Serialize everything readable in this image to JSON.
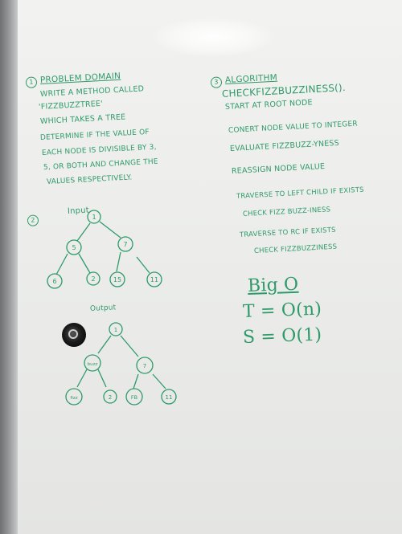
{
  "problem_domain": {
    "number": "1",
    "heading": "PROBLEM DOMAIN",
    "lines": [
      "WRITE A METHOD CALLED",
      "'FIZZBUZZTREE'",
      "WHICH TAKES A TREE",
      "DETERMINE IF THE VALUE OF",
      "EACH NODE IS DIVISIBLE BY 3,",
      "5, OR BOTH AND CHANGE THE",
      "VALUES RESPECTIVELY."
    ]
  },
  "algorithm": {
    "number": "3",
    "heading": "ALGORITHM",
    "method": "CHECKFIZZBUZZINESS().",
    "steps": [
      "START AT ROOT NODE",
      "CONERT NODE VALUE TO INTEGER",
      "EVALUATE FIZZBUZZ-YNESS",
      "REASSIGN NODE VALUE",
      "TRAVERSE TO LEFT CHILD IF EXISTS",
      "CHECK FIZZ BUZZ-INESS",
      "TRAVERSE TO RC IF EXISTS",
      "CHECK FIZZBUZZINESS"
    ]
  },
  "complexity": {
    "title": "Big O",
    "time": "T = O(n)",
    "space": "S = O(1)"
  },
  "examples": {
    "number": "2",
    "input_label": "Input",
    "output_label": "Output",
    "input_nodes": [
      "1",
      "5",
      "7",
      "6",
      "2",
      "15",
      "11"
    ],
    "output_nodes": [
      "1",
      "buzz",
      "7",
      "fizz",
      "2",
      "FB",
      "11"
    ]
  },
  "colors": {
    "marker_ink": "#2e9a6a",
    "board": "#eeeeec",
    "frame": "#8a8c8e"
  }
}
